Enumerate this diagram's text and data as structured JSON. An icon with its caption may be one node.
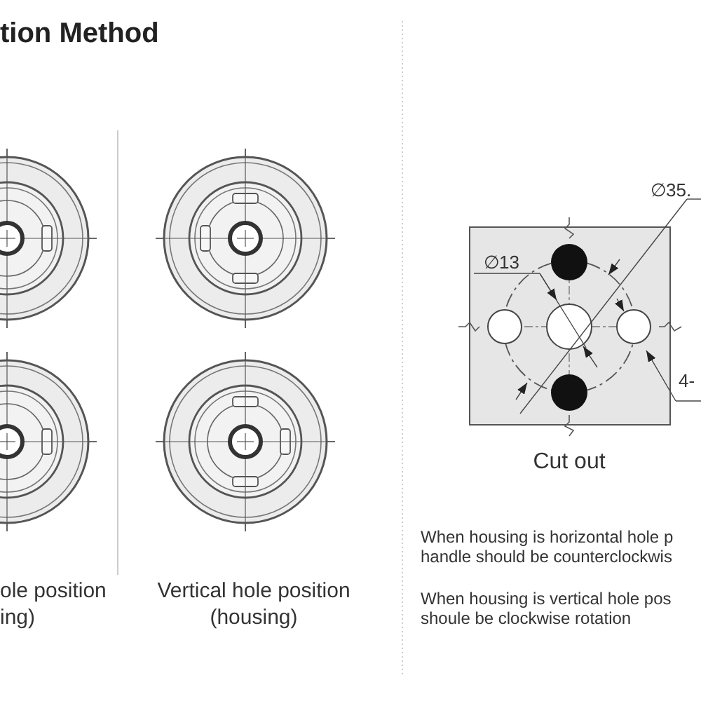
{
  "diagram": {
    "title": "tion Method",
    "labels": [
      "ole position ing)",
      "Vertical hole position (housing)",
      "∅35.",
      "∅13",
      "4-",
      "Cut out",
      "When housing is horizontal hole p handle should be counterclockwis",
      "When housing is vertical hole pos shoule be clockwise rotation"
    ]
  }
}
